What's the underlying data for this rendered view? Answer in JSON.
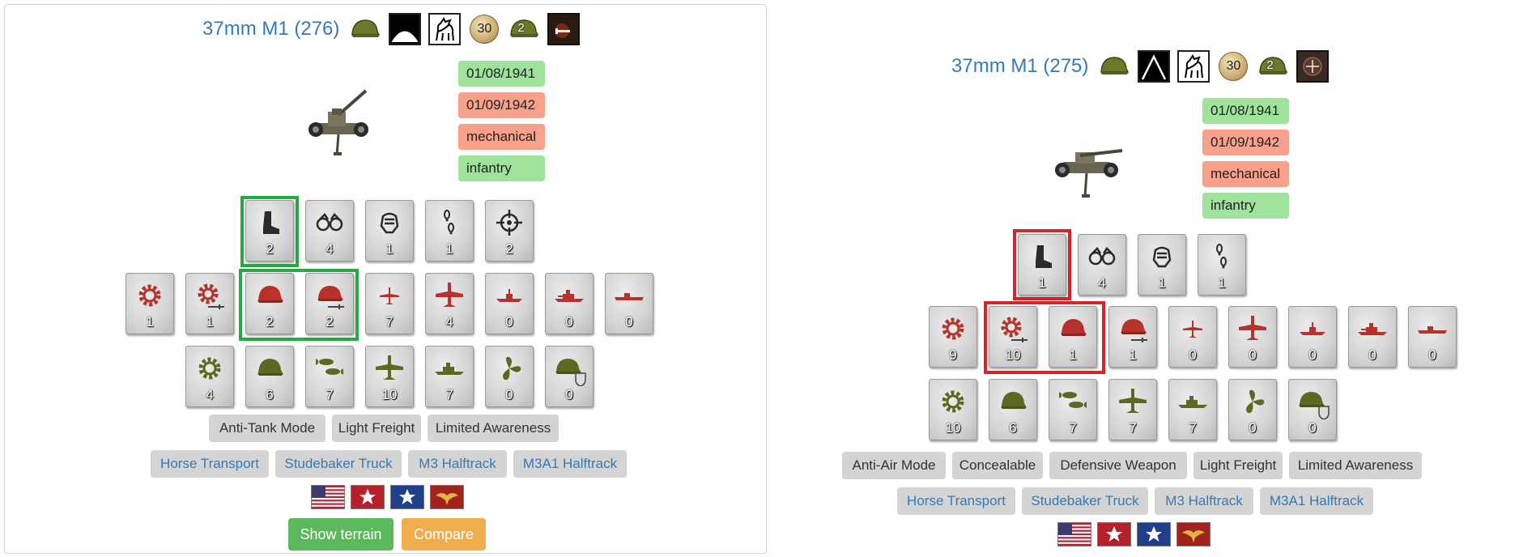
{
  "colors": {
    "accent_link": "#337ab7",
    "green_tag": "#9ee29c",
    "red_tag": "#f8a08a",
    "highlight_green": "#28a745",
    "highlight_red": "#d9222a",
    "btn_success": "#5cb85c",
    "btn_warning": "#f0ad4e"
  },
  "left": {
    "title": "37mm M1 (276)",
    "title_icons": [
      "helmet-icon",
      "terrain-arc-icon",
      "horse-icon",
      "medal-30-icon",
      "helmet-2-icon",
      "fire-icon"
    ],
    "medal_value": "30",
    "helmet_badge": "2",
    "tags": [
      "01/08/1941",
      "01/09/1942",
      "mechanical",
      "infantry"
    ],
    "row1": [
      {
        "icon": "boot-icon",
        "value": "2"
      },
      {
        "icon": "binoculars-icon",
        "value": "4"
      },
      {
        "icon": "fist-icon",
        "value": "1"
      },
      {
        "icon": "footprints-icon",
        "value": "1"
      },
      {
        "icon": "crosshair-icon",
        "value": "2"
      }
    ],
    "row2": [
      {
        "icon": "gear-icon",
        "value": "1"
      },
      {
        "icon": "gear-sword-icon",
        "value": "1"
      },
      {
        "icon": "helmet-icon",
        "value": "2"
      },
      {
        "icon": "helmet-sword-icon",
        "value": "2"
      },
      {
        "icon": "small-plane-icon",
        "value": "7"
      },
      {
        "icon": "plane-icon",
        "value": "4"
      },
      {
        "icon": "submarine-icon",
        "value": "0"
      },
      {
        "icon": "battleship-icon",
        "value": "0"
      },
      {
        "icon": "sub-surface-icon",
        "value": "0"
      }
    ],
    "row3": [
      {
        "icon": "gear-icon",
        "value": "4"
      },
      {
        "icon": "helmet-icon",
        "value": "6"
      },
      {
        "icon": "bombs-icon",
        "value": "7"
      },
      {
        "icon": "plane-icon",
        "value": "10"
      },
      {
        "icon": "battleship-icon",
        "value": "7"
      },
      {
        "icon": "propeller-icon",
        "value": "0"
      },
      {
        "icon": "helmet-shield-icon",
        "value": "0"
      }
    ],
    "traits": [
      "Anti-Tank Mode",
      "Light Freight",
      "Limited Awareness"
    ],
    "transports": [
      "Horse Transport",
      "Studebaker Truck",
      "M3 Halftrack",
      "M3A1 Halftrack"
    ],
    "flags": [
      "usa-flag-icon",
      "red-star-icon",
      "blue-star-icon",
      "eagle-emblem-icon"
    ],
    "buttons": {
      "show_terrain": "Show terrain",
      "compare": "Compare"
    }
  },
  "right": {
    "title": "37mm M1 (275)",
    "title_icons": [
      "helmet-icon",
      "terrain-peak-icon",
      "horse-icon",
      "medal-30-icon",
      "helmet-2-icon",
      "sight-icon"
    ],
    "medal_value": "30",
    "helmet_badge": "2",
    "tags": [
      "01/08/1941",
      "01/09/1942",
      "mechanical",
      "infantry"
    ],
    "row1": [
      {
        "icon": "boot-icon",
        "value": "1"
      },
      {
        "icon": "binoculars-icon",
        "value": "4"
      },
      {
        "icon": "fist-icon",
        "value": "1"
      },
      {
        "icon": "footprints-icon",
        "value": "1"
      }
    ],
    "row2": [
      {
        "icon": "gear-icon",
        "value": "9"
      },
      {
        "icon": "gear-sword-icon",
        "value": "10"
      },
      {
        "icon": "helmet-icon",
        "value": "1"
      },
      {
        "icon": "helmet-sword-icon",
        "value": "1"
      },
      {
        "icon": "small-plane-icon",
        "value": "0"
      },
      {
        "icon": "plane-icon",
        "value": "0"
      },
      {
        "icon": "submarine-icon",
        "value": "0"
      },
      {
        "icon": "battleship-icon",
        "value": "0"
      },
      {
        "icon": "sub-surface-icon",
        "value": "0"
      }
    ],
    "row3": [
      {
        "icon": "gear-icon",
        "value": "10"
      },
      {
        "icon": "helmet-icon",
        "value": "6"
      },
      {
        "icon": "bombs-icon",
        "value": "7"
      },
      {
        "icon": "plane-icon",
        "value": "7"
      },
      {
        "icon": "battleship-icon",
        "value": "7"
      },
      {
        "icon": "propeller-icon",
        "value": "0"
      },
      {
        "icon": "helmet-shield-icon",
        "value": "0"
      }
    ],
    "traits": [
      "Anti-Air Mode",
      "Concealable",
      "Defensive Weapon",
      "Light Freight",
      "Limited Awareness"
    ],
    "transports": [
      "Horse Transport",
      "Studebaker Truck",
      "M3 Halftrack",
      "M3A1 Halftrack"
    ],
    "flags": [
      "usa-flag-icon",
      "red-star-icon",
      "blue-star-icon",
      "eagle-emblem-icon"
    ]
  }
}
